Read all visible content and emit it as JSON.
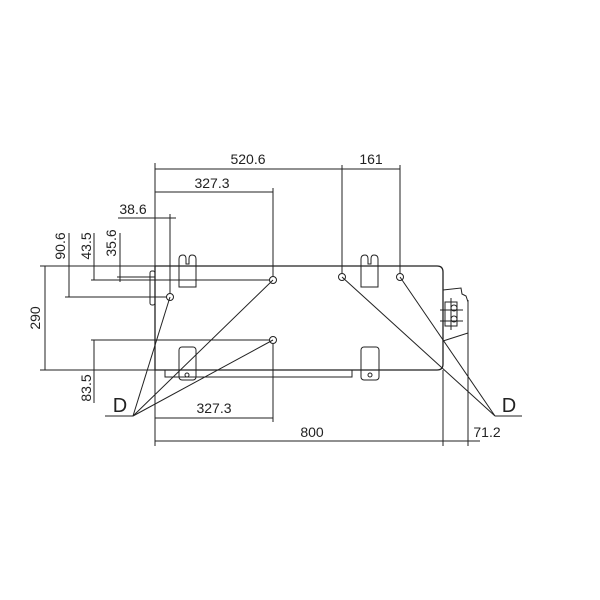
{
  "drawing": {
    "dimensions": {
      "top_overall": "520.6",
      "top_right": "161",
      "top_inner": "327.3",
      "offset_small": "38.6",
      "height_total": "290",
      "vert_90": "90.6",
      "vert_43": "43.5",
      "vert_35": "35.6",
      "vert_83": "83.5",
      "bottom_inner": "327.3",
      "width_total": "800",
      "right_protrusion": "71.2"
    },
    "callouts": {
      "left": "D",
      "right": "D"
    }
  }
}
